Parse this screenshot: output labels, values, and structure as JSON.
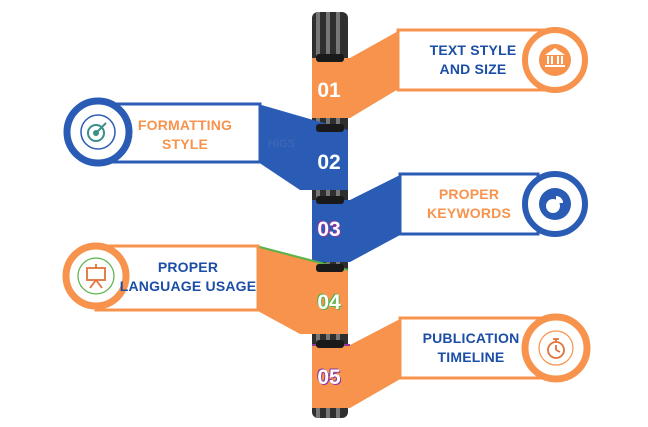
{
  "colors": {
    "orange": "#f7934c",
    "blue": "#2a5cb6",
    "purple": "#8c3aa0",
    "green": "#59b24a",
    "pole": "#3a3a3a"
  },
  "watermark": "HIGS",
  "steps": [
    {
      "number": "01",
      "line1": "TEXT STYLE",
      "line2": "AND SIZE",
      "icon": "bank-icon"
    },
    {
      "number": "02",
      "line1": "FORMATTING",
      "line2": "STYLE",
      "icon": "target-icon"
    },
    {
      "number": "03",
      "line1": "PROPER",
      "line2": "KEYWORDS",
      "icon": "pie-chart-icon"
    },
    {
      "number": "04",
      "line1": "PROPER",
      "line2": "LANGUAGE USAGE",
      "icon": "presentation-icon"
    },
    {
      "number": "05",
      "line1": "PUBLICATION",
      "line2": "TIMELINE",
      "icon": "stopwatch-icon"
    }
  ]
}
